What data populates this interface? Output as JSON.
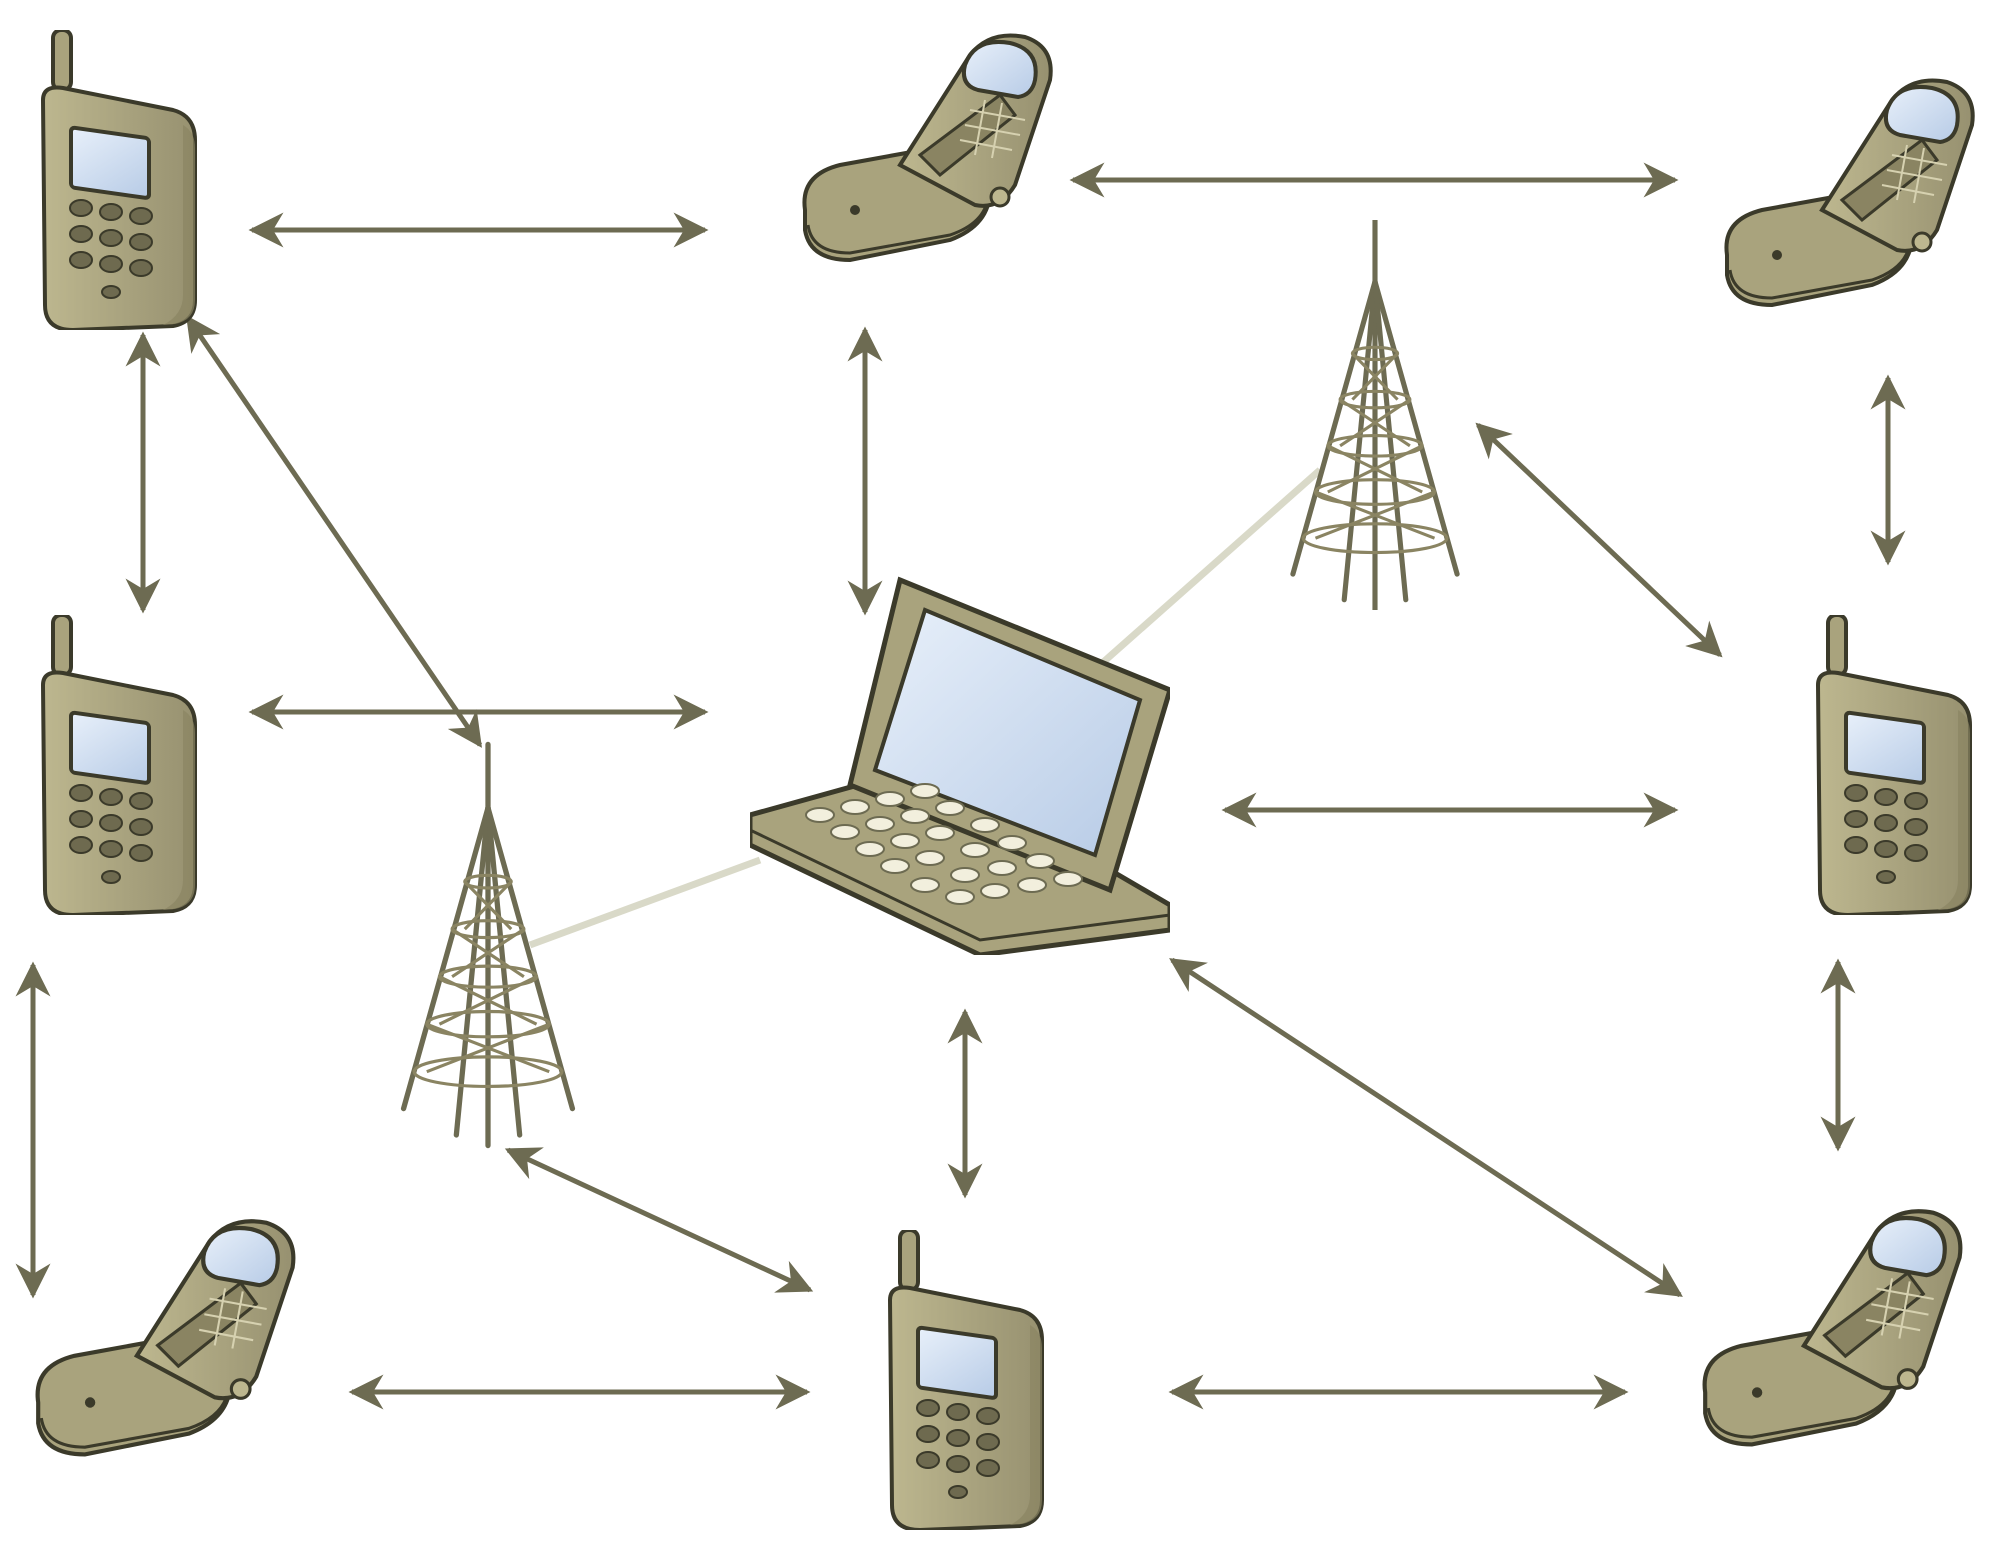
{
  "diagram": {
    "type": "network",
    "colors": {
      "device_body": "#a9a37d",
      "device_dark": "#8a8462",
      "outline": "#3b3a2a",
      "arrow": "#6d6b52",
      "screen": "#cfdff2",
      "link": "#d9d9c8"
    },
    "nodes": [
      {
        "id": "phone-top-left",
        "icon": "candybar-phone-icon"
      },
      {
        "id": "phone-top-center",
        "icon": "flip-phone-icon"
      },
      {
        "id": "phone-top-right",
        "icon": "flip-phone-icon"
      },
      {
        "id": "phone-middle-left",
        "icon": "candybar-phone-icon"
      },
      {
        "id": "laptop-center",
        "icon": "laptop-icon"
      },
      {
        "id": "tower-upper-right",
        "icon": "cell-tower-icon"
      },
      {
        "id": "tower-lower-left",
        "icon": "cell-tower-icon"
      },
      {
        "id": "phone-middle-right",
        "icon": "candybar-phone-icon"
      },
      {
        "id": "phone-bottom-left",
        "icon": "flip-phone-icon"
      },
      {
        "id": "phone-bottom-center",
        "icon": "candybar-phone-icon"
      },
      {
        "id": "phone-bottom-right",
        "icon": "flip-phone-icon"
      }
    ],
    "edges": [
      {
        "from": "phone-top-left",
        "to": "phone-top-center",
        "style": "bidirectional-arrow"
      },
      {
        "from": "phone-top-center",
        "to": "phone-top-right",
        "style": "bidirectional-arrow"
      },
      {
        "from": "phone-top-left",
        "to": "phone-middle-left",
        "style": "bidirectional-arrow"
      },
      {
        "from": "phone-top-left",
        "to": "tower-lower-left",
        "style": "bidirectional-arrow"
      },
      {
        "from": "phone-top-center",
        "to": "laptop-center",
        "style": "bidirectional-arrow"
      },
      {
        "from": "phone-top-right",
        "to": "phone-middle-right",
        "style": "bidirectional-arrow"
      },
      {
        "from": "tower-upper-right",
        "to": "phone-middle-right",
        "style": "bidirectional-arrow"
      },
      {
        "from": "phone-middle-left",
        "to": "laptop-center",
        "style": "bidirectional-arrow"
      },
      {
        "from": "laptop-center",
        "to": "phone-middle-right",
        "style": "bidirectional-arrow"
      },
      {
        "from": "phone-middle-left",
        "to": "phone-bottom-left",
        "style": "bidirectional-arrow"
      },
      {
        "from": "laptop-center",
        "to": "phone-bottom-center",
        "style": "bidirectional-arrow"
      },
      {
        "from": "phone-middle-right",
        "to": "phone-bottom-right",
        "style": "bidirectional-arrow"
      },
      {
        "from": "laptop-center",
        "to": "phone-bottom-right",
        "style": "bidirectional-arrow"
      },
      {
        "from": "tower-lower-left",
        "to": "phone-bottom-center",
        "style": "bidirectional-arrow"
      },
      {
        "from": "phone-bottom-left",
        "to": "phone-bottom-center",
        "style": "bidirectional-arrow"
      },
      {
        "from": "phone-bottom-center",
        "to": "phone-bottom-right",
        "style": "bidirectional-arrow"
      },
      {
        "from": "laptop-center",
        "to": "tower-upper-right",
        "style": "wireless-link"
      },
      {
        "from": "laptop-center",
        "to": "tower-lower-left",
        "style": "wireless-link"
      }
    ]
  }
}
